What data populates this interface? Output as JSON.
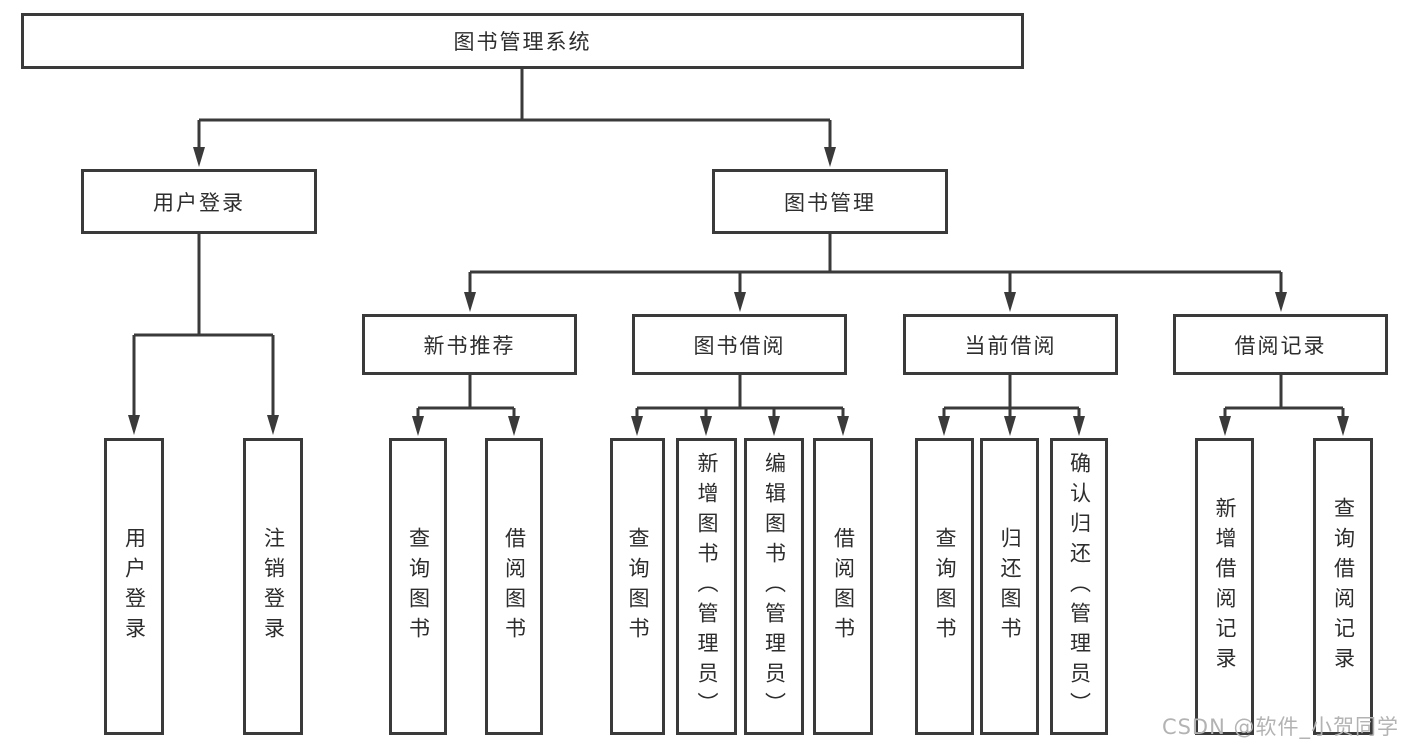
{
  "nodes": {
    "root": "图书管理系统",
    "level1": [
      "用户登录",
      "图书管理"
    ],
    "level2": [
      "新书推荐",
      "图书借阅",
      "当前借阅",
      "借阅记录"
    ],
    "leaves": {
      "user_login": [
        "用户登录",
        "注销登录"
      ],
      "new_rec": [
        "查询图书",
        "借阅图书"
      ],
      "borrowing": [
        "查询图书",
        "新增图书（管理员）",
        "编辑图书（管理员）",
        "借阅图书"
      ],
      "current": [
        "查询图书",
        "归还图书",
        "确认归还（管理员）"
      ],
      "records": [
        "新增借阅记录",
        "查询借阅记录"
      ]
    }
  },
  "watermark": "CSDN @软件_小贺同学",
  "colors": {
    "line": "#3a3a3a",
    "text": "#2d2d2d",
    "watermark": "#b3b3b3",
    "background": "#ffffff"
  }
}
